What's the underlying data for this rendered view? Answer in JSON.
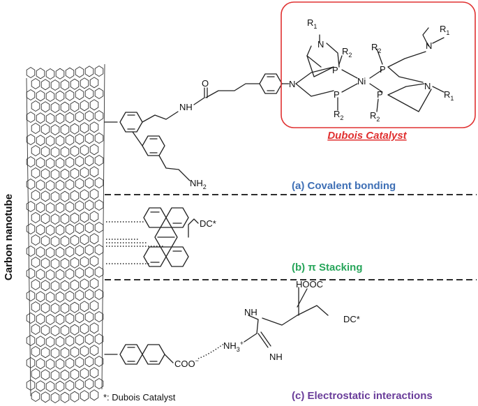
{
  "labels": {
    "carbon_nanotube": "Carbon nanotube",
    "dubois_catalyst": "Dubois Catalyst",
    "covalent": "(a) Covalent bonding",
    "pi_stacking": "(b) π Stacking",
    "electrostatic": "(c) Electrostatic interactions",
    "footnote": "*: Dubois Catalyst"
  },
  "atoms": {
    "R1": "R",
    "sub1": "1",
    "R2": "R",
    "sub2": "2",
    "N": "N",
    "P": "P",
    "Ni": "Ni",
    "O": "O",
    "NH": "NH",
    "NH2": "NH",
    "NH2_sub": "2",
    "DC_star": "DC*",
    "HOOC": "HOOC",
    "COO": "COO",
    "COO_charge": "−",
    "NH3": "NH",
    "NH3_sub": "3",
    "NH3_charge": "+"
  },
  "colors": {
    "catalyst_red": "#e03030",
    "covalent_blue": "#3e6fb5",
    "stacking_green": "#27a55a",
    "electrostatic_purple": "#6a3d9a",
    "ink": "#111111"
  }
}
